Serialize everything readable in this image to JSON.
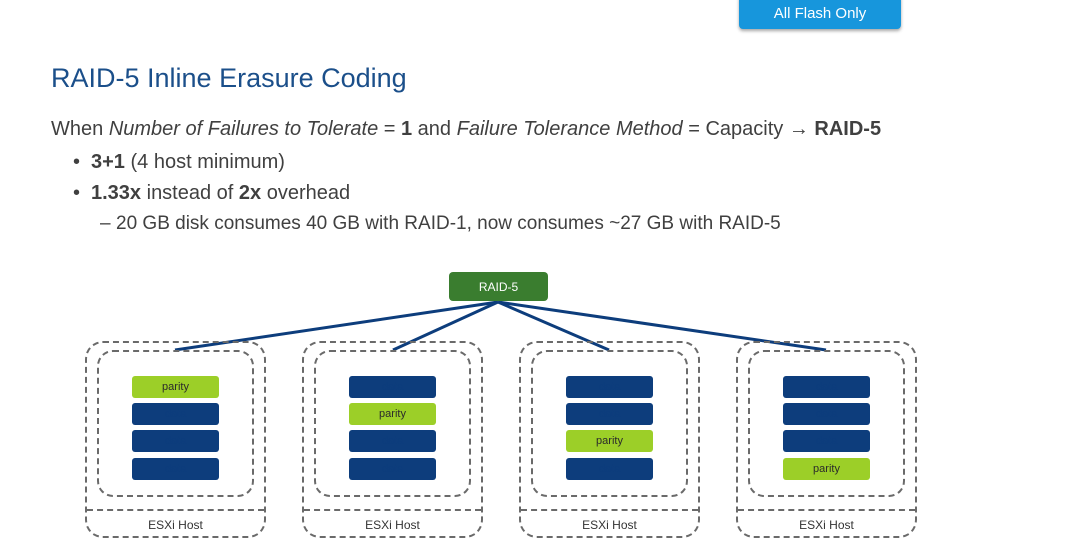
{
  "badge": {
    "label": "All Flash Only",
    "color": "#1796dc"
  },
  "slide": {
    "title": "RAID-5 Inline Erasure Coding",
    "line1": {
      "p1": "When ",
      "ftt": "Number of Failures to Tolerate",
      "p2": " = ",
      "ftt_value": "1",
      "p3": " and ",
      "ftm": "Failure Tolerance Method",
      "p4": " = Capacity ",
      "arrow": "→",
      "result": "RAID-5"
    },
    "bullet1": {
      "bold": "3+1",
      "rest": " (4 host minimum)"
    },
    "bullet2": {
      "bold1": "1.33x",
      "mid": " instead of ",
      "bold2": "2x",
      "rest": " overhead"
    },
    "sub_bullet": "20 GB disk consumes 40 GB with RAID-1, now consumes ~27 GB with RAID-5",
    "bullet_char": "•",
    "dash_char": "–"
  },
  "diagram": {
    "raid_label": "RAID-5",
    "raid_color": "#3a7d2f",
    "data_color": "#0d3d7c",
    "parity_color": "#9ccf28",
    "line_color": "#0d3d7c",
    "hosts": [
      {
        "label": "ESXi Host",
        "blocks": [
          "parity",
          "data",
          "data",
          "data"
        ]
      },
      {
        "label": "ESXi Host",
        "blocks": [
          "data",
          "parity",
          "data",
          "data"
        ]
      },
      {
        "label": "ESXi Host",
        "blocks": [
          "data",
          "data",
          "parity",
          "data"
        ]
      },
      {
        "label": "ESXi Host",
        "blocks": [
          "data",
          "data",
          "data",
          "parity"
        ]
      }
    ]
  }
}
